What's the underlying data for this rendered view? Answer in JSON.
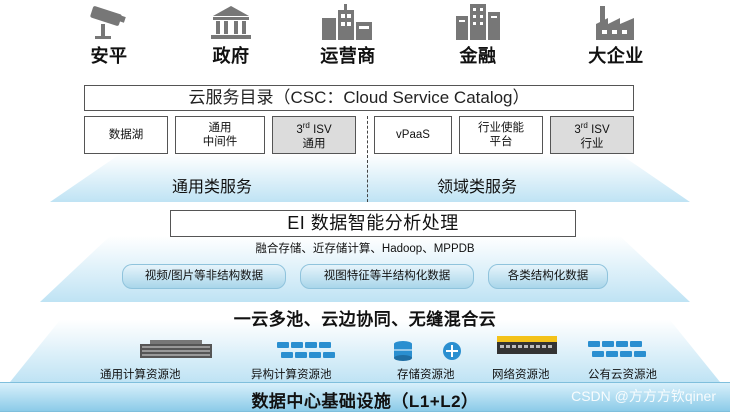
{
  "industries": [
    {
      "label": "安平",
      "icon": "security-camera-icon"
    },
    {
      "label": "政府",
      "icon": "government-building-icon"
    },
    {
      "label": "运营商",
      "icon": "telecom-tower-icon"
    },
    {
      "label": "金融",
      "icon": "bank-tower-icon"
    },
    {
      "label": "大企业",
      "icon": "factory-icon"
    }
  ],
  "catalog": {
    "title": "云服务目录（CSC：Cloud Service Catalog）",
    "boxes": [
      {
        "line1": "数据湖",
        "line2": ""
      },
      {
        "line1": "通用",
        "line2": "中间件"
      },
      {
        "line1": "3",
        "sup": "rd",
        "line1b": " ISV",
        "line2": "通用"
      },
      {
        "line1": "vPaaS",
        "line2": ""
      },
      {
        "line1": "行业使能",
        "line2": "平台"
      },
      {
        "line1": "3",
        "sup": "rd",
        "line1b": " ISV",
        "line2": "行业"
      }
    ]
  },
  "services": {
    "general": "通用类服务",
    "domain": "领域类服务"
  },
  "ei": {
    "title": "EI 数据智能分析处理",
    "storage": "融合存储、近存储计算、Hadoop、MPPDB",
    "pills": [
      "视频/图片等非结构数据",
      "视图特征等半结构化数据",
      "各类结构化数据"
    ]
  },
  "cloud": {
    "slogan": "一云多池、云边协同、无缝混合云",
    "pools": [
      "通用计算资源池",
      "异构计算资源池",
      "存储资源池",
      "网络资源池",
      "公有云资源池"
    ]
  },
  "datacenter": {
    "title": "数据中心基础设施（L1+L2）"
  },
  "watermark": "CSDN @方方方钦qiner",
  "colors": {
    "icon_gray": "#777777",
    "trap_blue": "#bfe3f4",
    "dc_blue": "#8ccbe8",
    "pool_blue": "#2a8fd0"
  }
}
